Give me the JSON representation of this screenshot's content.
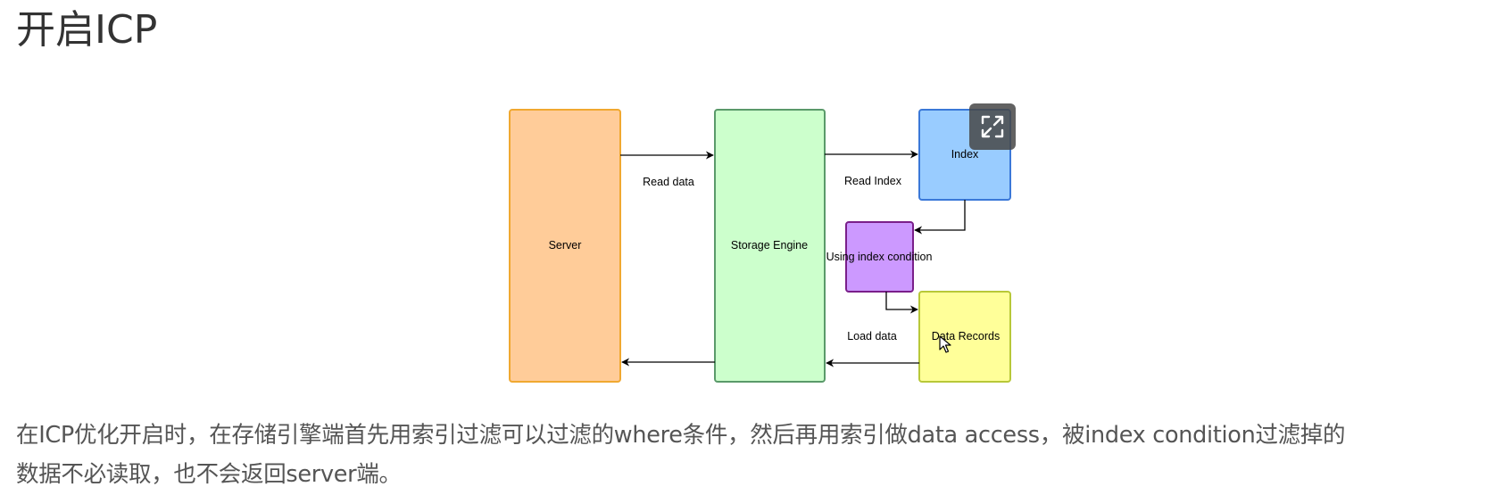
{
  "page": {
    "title": "开启ICP"
  },
  "diagram": {
    "nodes": {
      "server": "Server",
      "storage_engine": "Storage Engine",
      "index": "Index",
      "using_index_condition": "Using index condition",
      "data_records": "Data Records"
    },
    "edge_labels": {
      "read_data": "Read data",
      "read_index": "Read Index",
      "load_data": "Load data"
    },
    "colors": {
      "server_fill": "#ffcc99",
      "server_stroke": "#f0a830",
      "storage_fill": "#ccffcc",
      "storage_stroke": "#5a9a6a",
      "index_fill": "#99ccff",
      "index_stroke": "#3a78d8",
      "condition_fill": "#cc99ff",
      "condition_stroke": "#7a1f8a",
      "records_fill": "#ffff99",
      "records_stroke": "#b8c838"
    },
    "expand_icon": "expand-icon"
  },
  "description": {
    "line1": "在ICP优化开启时，在存储引擎端首先用索引过滤可以过滤的where条件，然后再用索引做data access，被index condition过滤掉的",
    "line2": "数据不必读取，也不会返回server端。"
  }
}
